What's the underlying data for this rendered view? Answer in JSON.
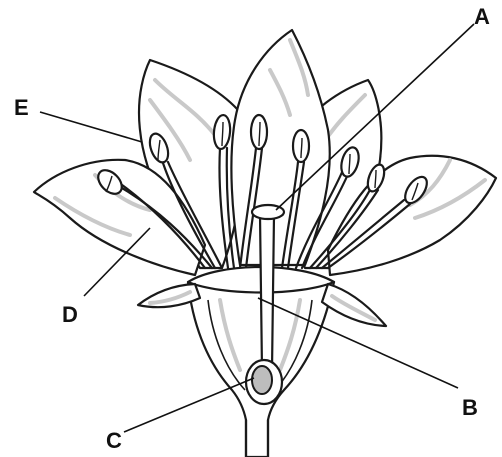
{
  "diagram": {
    "subject": "flower",
    "labels": {
      "a": "A",
      "b": "B",
      "c": "C",
      "d": "D",
      "e": "E"
    },
    "colors": {
      "outline": "#1a1a1a",
      "fill": "#ffffff",
      "shading": "#c9c9c9",
      "ovule": "#bdbdbd"
    }
  }
}
